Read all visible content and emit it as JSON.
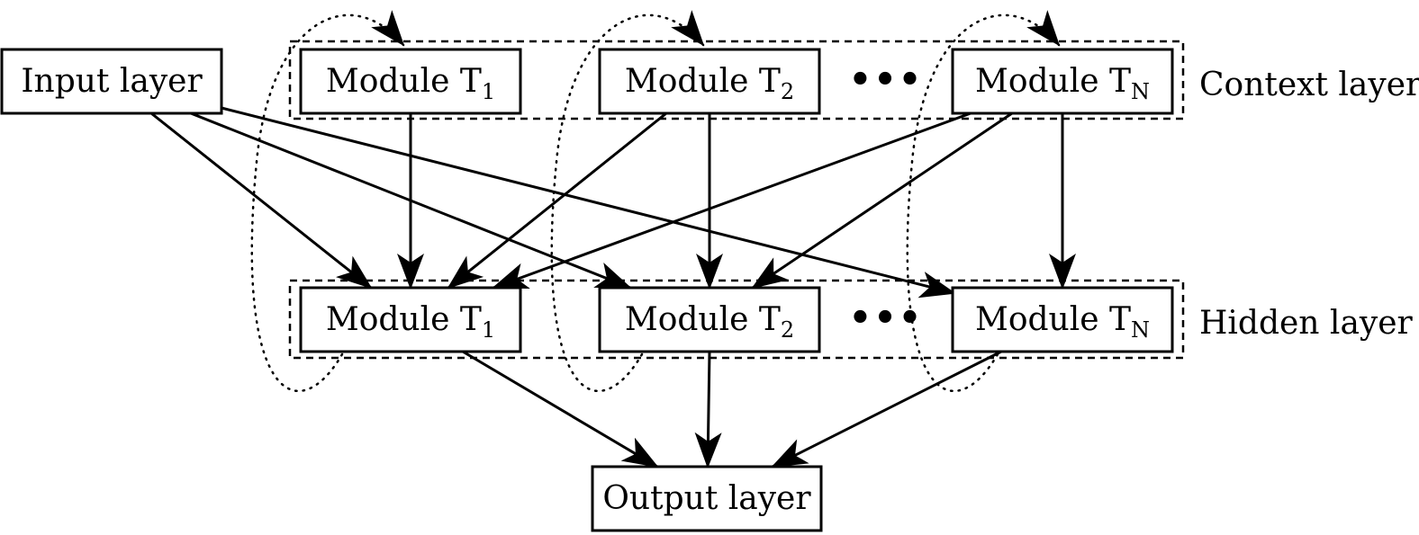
{
  "nodes": {
    "input": {
      "label": "Input layer"
    },
    "output": {
      "label": "Output layer"
    },
    "context": [
      {
        "label": "Module T",
        "sub": "1"
      },
      {
        "label": "Module T",
        "sub": "2"
      },
      {
        "label": "Module T",
        "sub": "N"
      }
    ],
    "hidden": [
      {
        "label": "Module T",
        "sub": "1"
      },
      {
        "label": "Module T",
        "sub": "2"
      },
      {
        "label": "Module T",
        "sub": "N"
      }
    ]
  },
  "groups": {
    "context_label": "Context layer",
    "hidden_label": "Hidden layer"
  },
  "ellipsis": "•••",
  "edges": [
    {
      "from": "input",
      "to": "hidden-1"
    },
    {
      "from": "input",
      "to": "hidden-2"
    },
    {
      "from": "input",
      "to": "hidden-N"
    },
    {
      "from": "context-1",
      "to": "hidden-1"
    },
    {
      "from": "context-2",
      "to": "hidden-1"
    },
    {
      "from": "context-2",
      "to": "hidden-2"
    },
    {
      "from": "context-N",
      "to": "hidden-1"
    },
    {
      "from": "context-N",
      "to": "hidden-2"
    },
    {
      "from": "context-N",
      "to": "hidden-N"
    },
    {
      "from": "hidden-1",
      "to": "output"
    },
    {
      "from": "hidden-2",
      "to": "output"
    },
    {
      "from": "hidden-N",
      "to": "output"
    },
    {
      "from": "hidden-1",
      "to": "context-1",
      "style": "dotted"
    },
    {
      "from": "hidden-2",
      "to": "context-2",
      "style": "dotted"
    },
    {
      "from": "hidden-N",
      "to": "context-N",
      "style": "dotted"
    }
  ]
}
